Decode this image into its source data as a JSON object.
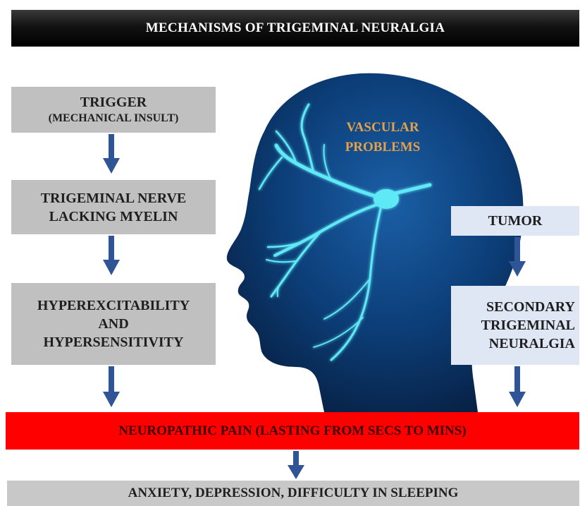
{
  "title": "MECHANISMS OF TRIGEMINAL NEURALGIA",
  "left_column": {
    "trigger": {
      "line1": "TRIGGER",
      "line2": "(MECHANICAL INSULT)"
    },
    "nerve": {
      "line1": "TRIGEMINAL NERVE",
      "line2": "LACKING MYELIN"
    },
    "hyper": {
      "line1": "HYPEREXCITABILITY",
      "line2": "AND",
      "line3": "HYPERSENSITIVITY"
    }
  },
  "head_label": {
    "line1": "VASCULAR",
    "line2": "PROBLEMS"
  },
  "right_column": {
    "tumor": "TUMOR",
    "secondary": {
      "line1": "SECONDARY",
      "line2": "TRIGEMINAL",
      "line3": "NEURALGIA"
    }
  },
  "pain": "NEUROPATHIC PAIN (LASTING FROM SECS TO MINS)",
  "outcome": "ANXIETY, DEPRESSION, DIFFICULTY IN SLEEPING",
  "colors": {
    "title_bar": "#000000",
    "left_boxes": "#c0c0c0",
    "right_boxes": "#dfe6f4",
    "arrows": "#2f5597",
    "pain_bar": "#ff0000",
    "head_fill": "#0c3e78",
    "nerve_glow": "#5fe8f5",
    "vascular_text": "#e6a04a"
  },
  "icons": [
    "human-head-silhouette-icon",
    "trigeminal-nerve-icon",
    "down-arrow-icon"
  ]
}
